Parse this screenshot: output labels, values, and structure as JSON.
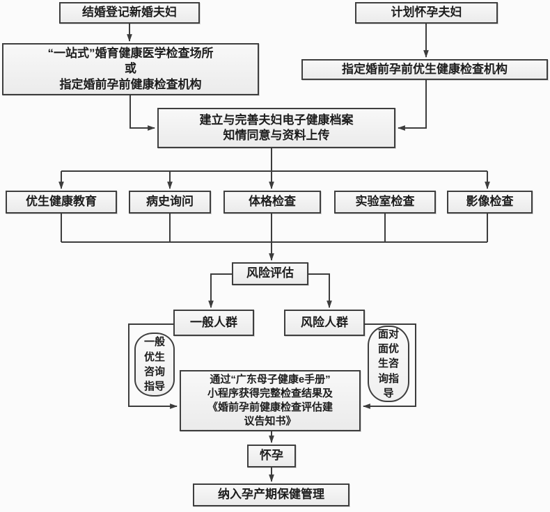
{
  "nodes": {
    "marriage_registered": "结婚登记新婚夫妇",
    "plan_pregnancy": "计划怀孕夫妇",
    "one_stop_l1": "“一站式”婚育健康医学检查场所",
    "one_stop_l2": "或",
    "one_stop_l3": "指定婚前孕前健康检查机构",
    "designated_org": "指定婚前孕前优生健康检查机构",
    "ehr_l1": "建立与完善夫妇电子健康档案",
    "ehr_l2": "知情同意与资料上传",
    "edu": "优生健康教育",
    "history": "病史询问",
    "physical": "体格检查",
    "lab": "实验室检查",
    "imaging": "影像检查",
    "risk_assess": "风险评估",
    "general_group": "一般人群",
    "risk_group": "风险人群",
    "general_counsel": "一般优生咨询指导",
    "face_counsel": "面对面优生咨询指导",
    "mp_l1": "通过“广东母子健康e手册”",
    "mp_l2": "小程序获得完整检查结果及",
    "mp_l3": "《婚前孕前健康检查评估建",
    "mp_l4": "议告知书》",
    "pregnant": "怀孕",
    "maternal_care": "纳入孕产期保健管理"
  },
  "colors": {
    "background": "#fbfbfb",
    "line": "#3c3c3c",
    "box_border": "#3e3e3e",
    "box_fill_top": "#f8f8f8",
    "box_fill_bottom": "#ebebeb",
    "text": "#1c1c1c"
  }
}
